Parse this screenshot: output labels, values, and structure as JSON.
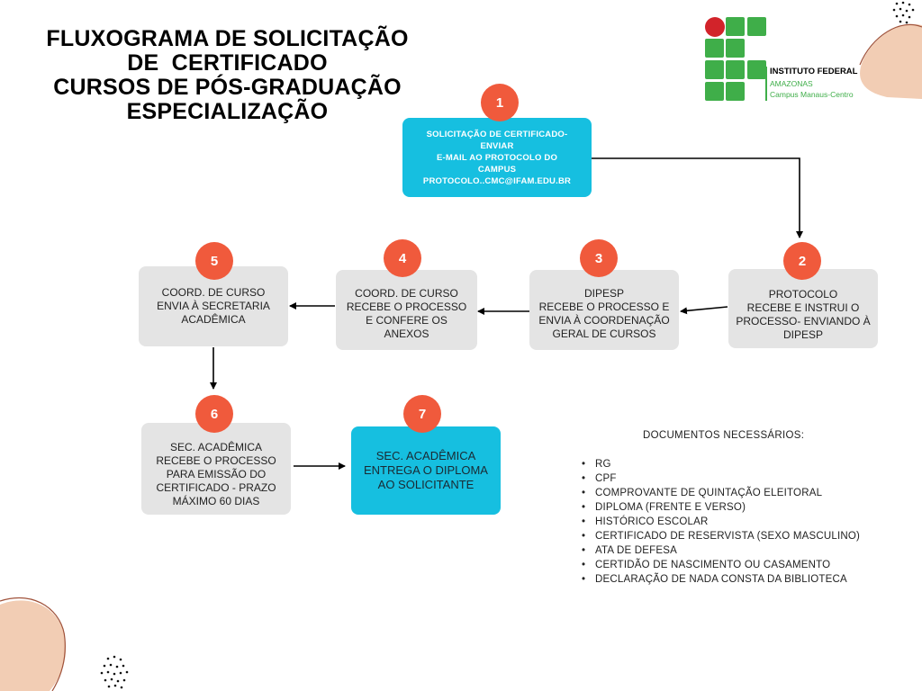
{
  "title": {
    "lines": [
      "FLUXOGRAMA DE SOLICITAÇÃO",
      "DE  CERTIFICADO",
      "CURSOS DE PÓS-GRADUAÇÃO",
      "ESPECIALIZAÇÃO"
    ]
  },
  "logo": {
    "line1": "INSTITUTO FEDERAL",
    "line2": "AMAZONAS",
    "line3": "Campus Manaus-Centro"
  },
  "steps": [
    {
      "number": "1",
      "text": "SOLICITAÇÃO DE CERTIFICADO-\nENVIAR\nE-MAIL AO PROTOCOLO DO\nCAMPUS\nPROTOCOLO..CMC@IFAM.EDU.BR"
    },
    {
      "number": "2",
      "text": "PROTOCOLO\nRECEBE E INSTRUI O PROCESSO- ENVIANDO À DIPESP"
    },
    {
      "number": "3",
      "text": "DIPESP\nRECEBE O PROCESSO E ENVIA À COORDENAÇÃO GERAL DE CURSOS"
    },
    {
      "number": "4",
      "text": "COORD. DE CURSO RECEBE O PROCESSO E CONFERE OS ANEXOS"
    },
    {
      "number": "5",
      "text": "COORD. DE CURSO ENVIA À SECRETARIA ACADÊMICA"
    },
    {
      "number": "6",
      "text": "SEC. ACADÊMICA RECEBE O PROCESSO PARA EMISSÃO DO CERTIFICADO - PRAZO MÁXIMO 60 DIAS"
    },
    {
      "number": "7",
      "text": "SEC. ACADÊMICA ENTREGA O DIPLOMA AO SOLICITANTE"
    }
  ],
  "documents": {
    "heading": "DOCUMENTOS  NECESSÁRIOS:",
    "items": [
      "RG",
      "CPF",
      "COMPROVANTE DE QUINTAÇÃO ELEITORAL",
      "DIPLOMA (FRENTE E VERSO)",
      "HISTÓRICO ESCOLAR",
      "CERTIFICADO DE RESERVISTA (SEXO MASCULINO)",
      "ATA DE DEFESA",
      "CERTIDÃO DE NASCIMENTO OU CASAMENTO",
      "DECLARAÇÃO DE NADA CONSTA DA BIBLIOTECA"
    ]
  },
  "colors": {
    "badge": "#f05a3c",
    "highlight_box": "#16bfe0",
    "step_box": "#e4e4e4",
    "logo_green": "#3fae49",
    "logo_red": "#d2232a",
    "decor_peach": "#f2cdb4",
    "decor_line": "#a0523a"
  }
}
